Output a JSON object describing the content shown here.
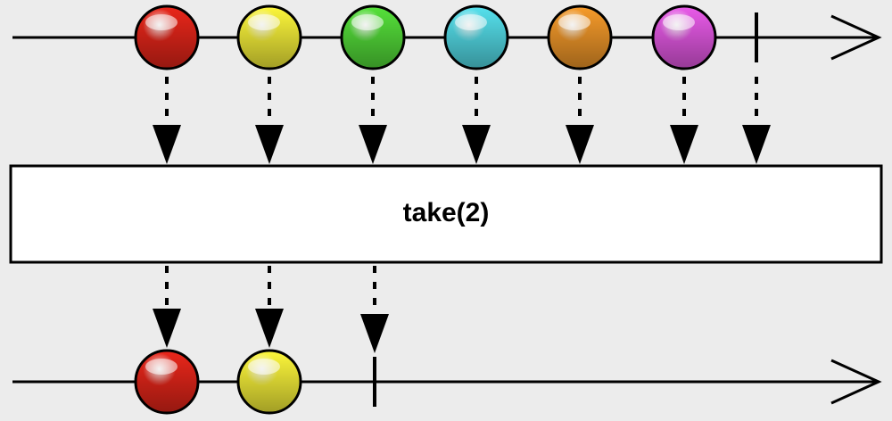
{
  "diagram": {
    "operator_label": "take(2)",
    "background_color": "#ececec",
    "line_color": "#000000",
    "box_fill": "#ffffff",
    "input_marbles": [
      {
        "name": "red",
        "color": "#e8261a"
      },
      {
        "name": "yellow",
        "color": "#fbf53a"
      },
      {
        "name": "green",
        "color": "#55e03a"
      },
      {
        "name": "cyan",
        "color": "#55e0ec"
      },
      {
        "name": "orange",
        "color": "#f59a2a"
      },
      {
        "name": "magenta",
        "color": "#e85ae8"
      }
    ],
    "output_marbles": [
      {
        "name": "red",
        "color": "#e8261a"
      },
      {
        "name": "yellow",
        "color": "#fbf53a"
      }
    ],
    "input_completes": true,
    "output_completes": true
  }
}
